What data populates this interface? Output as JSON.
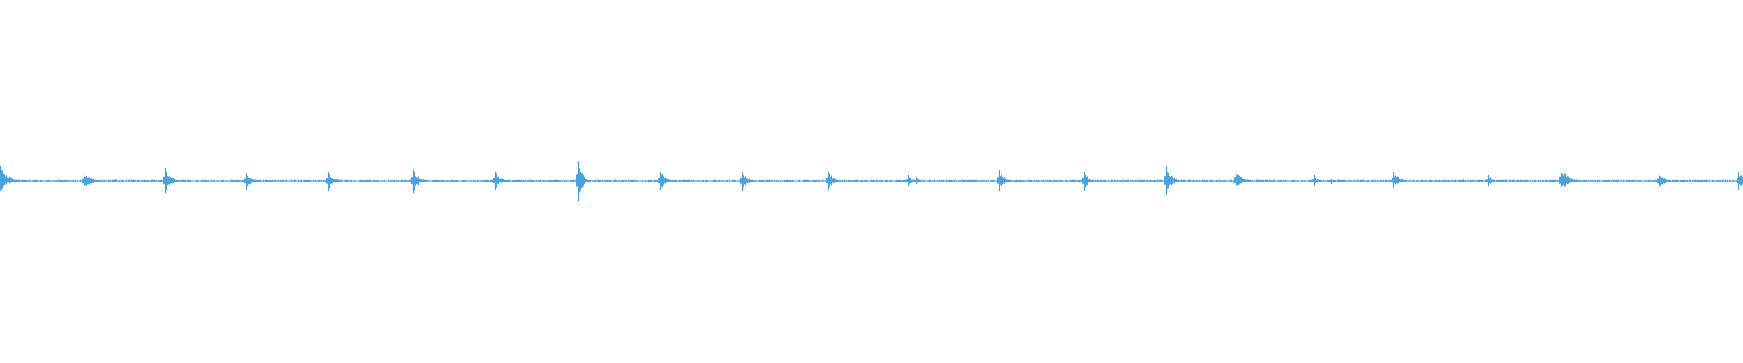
{
  "waveform": {
    "color": "#4aa3df",
    "background": "#ffffff",
    "baseline_amplitude": 0.005,
    "amplitude_range": [
      -1,
      1
    ],
    "peaks": [
      {
        "t": 0.0,
        "up": 0.08,
        "down": 0.06,
        "width": 0.004
      },
      {
        "t": 0.048,
        "up": 0.04,
        "down": 0.05,
        "width": 0.004
      },
      {
        "t": 0.066,
        "up": 0.01,
        "down": 0.01,
        "width": 0.002
      },
      {
        "t": 0.095,
        "up": 0.07,
        "down": 0.07,
        "width": 0.003
      },
      {
        "t": 0.141,
        "up": 0.04,
        "down": 0.05,
        "width": 0.003
      },
      {
        "t": 0.188,
        "up": 0.05,
        "down": 0.06,
        "width": 0.003
      },
      {
        "t": 0.237,
        "up": 0.06,
        "down": 0.07,
        "width": 0.003
      },
      {
        "t": 0.284,
        "up": 0.05,
        "down": 0.05,
        "width": 0.003
      },
      {
        "t": 0.332,
        "up": 0.11,
        "down": 0.11,
        "width": 0.002
      },
      {
        "t": 0.379,
        "up": 0.05,
        "down": 0.05,
        "width": 0.003
      },
      {
        "t": 0.426,
        "up": 0.05,
        "down": 0.06,
        "width": 0.003
      },
      {
        "t": 0.475,
        "up": 0.05,
        "down": 0.05,
        "width": 0.003
      },
      {
        "t": 0.521,
        "up": 0.03,
        "down": 0.03,
        "width": 0.002
      },
      {
        "t": 0.526,
        "up": 0.02,
        "down": 0.02,
        "width": 0.002
      },
      {
        "t": 0.573,
        "up": 0.06,
        "down": 0.06,
        "width": 0.003
      },
      {
        "t": 0.622,
        "up": 0.05,
        "down": 0.06,
        "width": 0.002
      },
      {
        "t": 0.669,
        "up": 0.08,
        "down": 0.08,
        "width": 0.003
      },
      {
        "t": 0.709,
        "up": 0.06,
        "down": 0.05,
        "width": 0.003
      },
      {
        "t": 0.754,
        "up": 0.03,
        "down": 0.03,
        "width": 0.002
      },
      {
        "t": 0.764,
        "up": 0.01,
        "down": 0.02,
        "width": 0.002
      },
      {
        "t": 0.8,
        "up": 0.05,
        "down": 0.04,
        "width": 0.003
      },
      {
        "t": 0.84,
        "up": 0.01,
        "down": 0.01,
        "width": 0.001
      },
      {
        "t": 0.854,
        "up": 0.03,
        "down": 0.03,
        "width": 0.002
      },
      {
        "t": 0.896,
        "up": 0.07,
        "down": 0.06,
        "width": 0.004
      },
      {
        "t": 0.952,
        "up": 0.04,
        "down": 0.05,
        "width": 0.003
      },
      {
        "t": 0.998,
        "up": 0.05,
        "down": 0.05,
        "width": 0.003
      }
    ]
  }
}
